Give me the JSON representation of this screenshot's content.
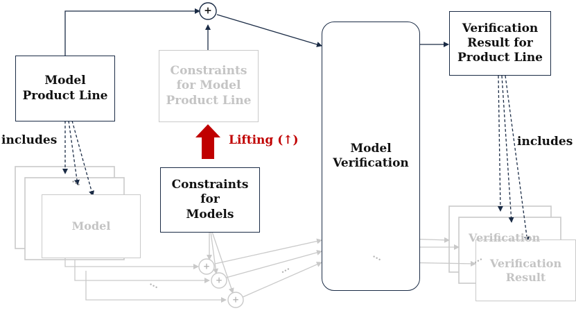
{
  "nodes": {
    "model_product_line": "Model\nProduct Line",
    "constraints_for_model_product_line": "Constraints\nfor Model\nProduct Line",
    "constraints_for_models": "Constraints\nfor\nModels",
    "model_verification": "Model\nVerification",
    "verification_result_product_line": "Verification\nResult for\nProduct Line",
    "model": "Model",
    "verification_result": "Verification\nResult",
    "verification_result_partial": "Verification"
  },
  "labels": {
    "includes_left": "includes",
    "includes_right": "includes",
    "lifting": "Lifting (↑)",
    "plus": "+",
    "ellipsis": "..."
  },
  "colors": {
    "dark": "#1a2b45",
    "faded": "#c9c9c9",
    "lifting": "#c00000"
  }
}
